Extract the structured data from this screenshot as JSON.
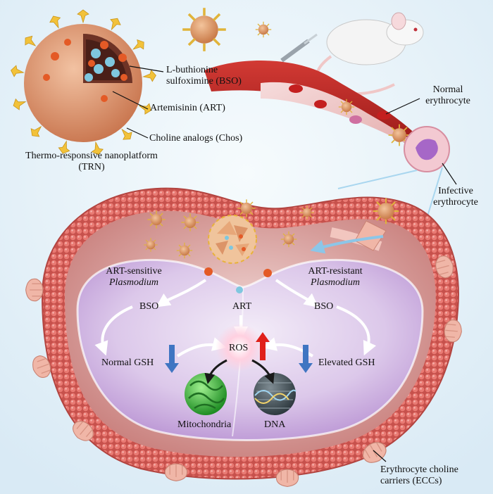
{
  "nanoplatform": {
    "bso_line1": "L-buthionine",
    "bso_line2": "sulfoximine (BSO)",
    "art": "Artemisinin (ART)",
    "chos": "Choline analogs (Chos)",
    "trn_line1": "Thermo-responsive nanoplatform",
    "trn_line2": "(TRN)"
  },
  "vessel": {
    "normal_line1": "Normal",
    "normal_line2": "erythrocyte",
    "infective_line1": "Infective",
    "infective_line2": "erythrocyte"
  },
  "cell": {
    "sensitive_line1": "ART-sensitive",
    "sensitive_line2": "Plasmodium",
    "resistant_line1": "ART-resistant",
    "resistant_line2": "Plasmodium",
    "bso_left": "BSO",
    "art_center": "ART",
    "bso_right": "BSO",
    "ros": "ROS",
    "normal_gsh": "Normal GSH",
    "elevated_gsh": "Elevated GSH",
    "mitochondria": "Mitochondria",
    "dna": "DNA",
    "ecc_line1": "Erythrocyte choline",
    "ecc_line2": "carriers (ECCs)"
  },
  "colors": {
    "background": "#e6f1f8",
    "membrane": "#d9655e",
    "vessel": "#b41c1c",
    "inner_cell": "#d8c3e6",
    "ros_up": "#e0201a",
    "gsh_down": "#3f75c2",
    "mitochondria": "#3dbb3a",
    "dna_sphere": "#46525a"
  }
}
